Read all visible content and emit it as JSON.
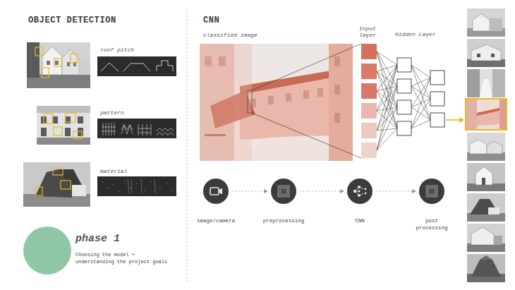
{
  "diagram": {
    "nodes": [
      {
        "text": [
          "image/camera"
        ]
      },
      {
        "text": [
          "preprocessing"
        ]
      },
      {
        "text": [
          "CNN"
        ]
      },
      {
        "text": [
          "post processing"
        ]
      },
      {
        "text": [
          "phase 1",
          "Choosing the model + understanding the project goals"
        ]
      }
    ],
    "edges": [
      {
        "from": 0,
        "to": 1,
        "arrow": "to"
      },
      {
        "from": 1,
        "to": 2,
        "arrow": "to"
      },
      {
        "from": 2,
        "to": 3,
        "arrow": "to"
      }
    ],
    "labels": [
      "OBJECT DETECTION",
      "roof pitch",
      "pattern",
      "material",
      "CNN",
      "classified image",
      "Input layer",
      "Hidden Layer"
    ]
  }
}
